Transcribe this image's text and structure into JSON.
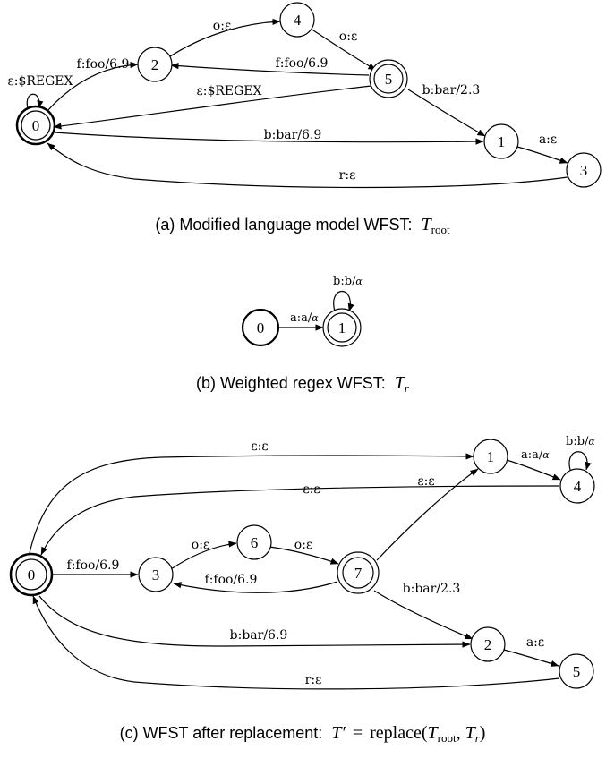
{
  "panel_a": {
    "caption_prefix": "(a) Modified language model WFST:",
    "caption_math_main": "T",
    "caption_math_sub": "root",
    "states": {
      "s0": "0",
      "s1": "1",
      "s2": "2",
      "s3": "3",
      "s4": "4",
      "s5": "5"
    },
    "edges": {
      "e0_self": "ε:$REGEX",
      "e0_2": "f:foo/6.9",
      "e2_4": "o:ε",
      "e4_5": "o:ε",
      "e5_2": "f:foo/6.9",
      "e5_0": "ε:$REGEX",
      "e5_1": "b:bar/2.3",
      "e0_1": "b:bar/6.9",
      "e1_3": "a:ε",
      "e3_0": "r:ε"
    }
  },
  "panel_b": {
    "caption_prefix": "(b) Weighted regex WFST:",
    "caption_math_main": "T",
    "caption_math_sub": "r",
    "states": {
      "s0": "0",
      "s1": "1"
    },
    "edges": {
      "e0_1": "a:a/",
      "e0_1_weight": "α",
      "e1_self": "b:b/",
      "e1_self_weight": "α"
    }
  },
  "panel_c": {
    "caption_prefix": "(c) WFST after replacement:",
    "caption_math_lhs": "T′",
    "caption_math_eq": "=",
    "caption_math_fn": "replace(",
    "caption_math_arg1_main": "T",
    "caption_math_arg1_sub": "root",
    "caption_math_comma": ", ",
    "caption_math_arg2_main": "T",
    "caption_math_arg2_sub": "r",
    "caption_math_close": ")",
    "states": {
      "s0": "0",
      "s1": "1",
      "s2": "2",
      "s3": "3",
      "s4": "4",
      "s5": "5",
      "s6": "6",
      "s7": "7"
    },
    "edges": {
      "e0_1": "ε:ε",
      "e4_0": "ε:ε",
      "e1_4": "a:a/",
      "e1_4_weight": "α",
      "e4_self": "b:b/",
      "e4_self_weight": "α",
      "e7_1": "ε:ε",
      "e0_3": "f:foo/6.9",
      "e3_6": "o:ε",
      "e6_7": "o:ε",
      "e7_3": "f:foo/6.9",
      "e7_2": "b:bar/2.3",
      "e0_2": "b:bar/6.9",
      "e2_5": "a:ε",
      "e5_0": "r:ε"
    }
  }
}
